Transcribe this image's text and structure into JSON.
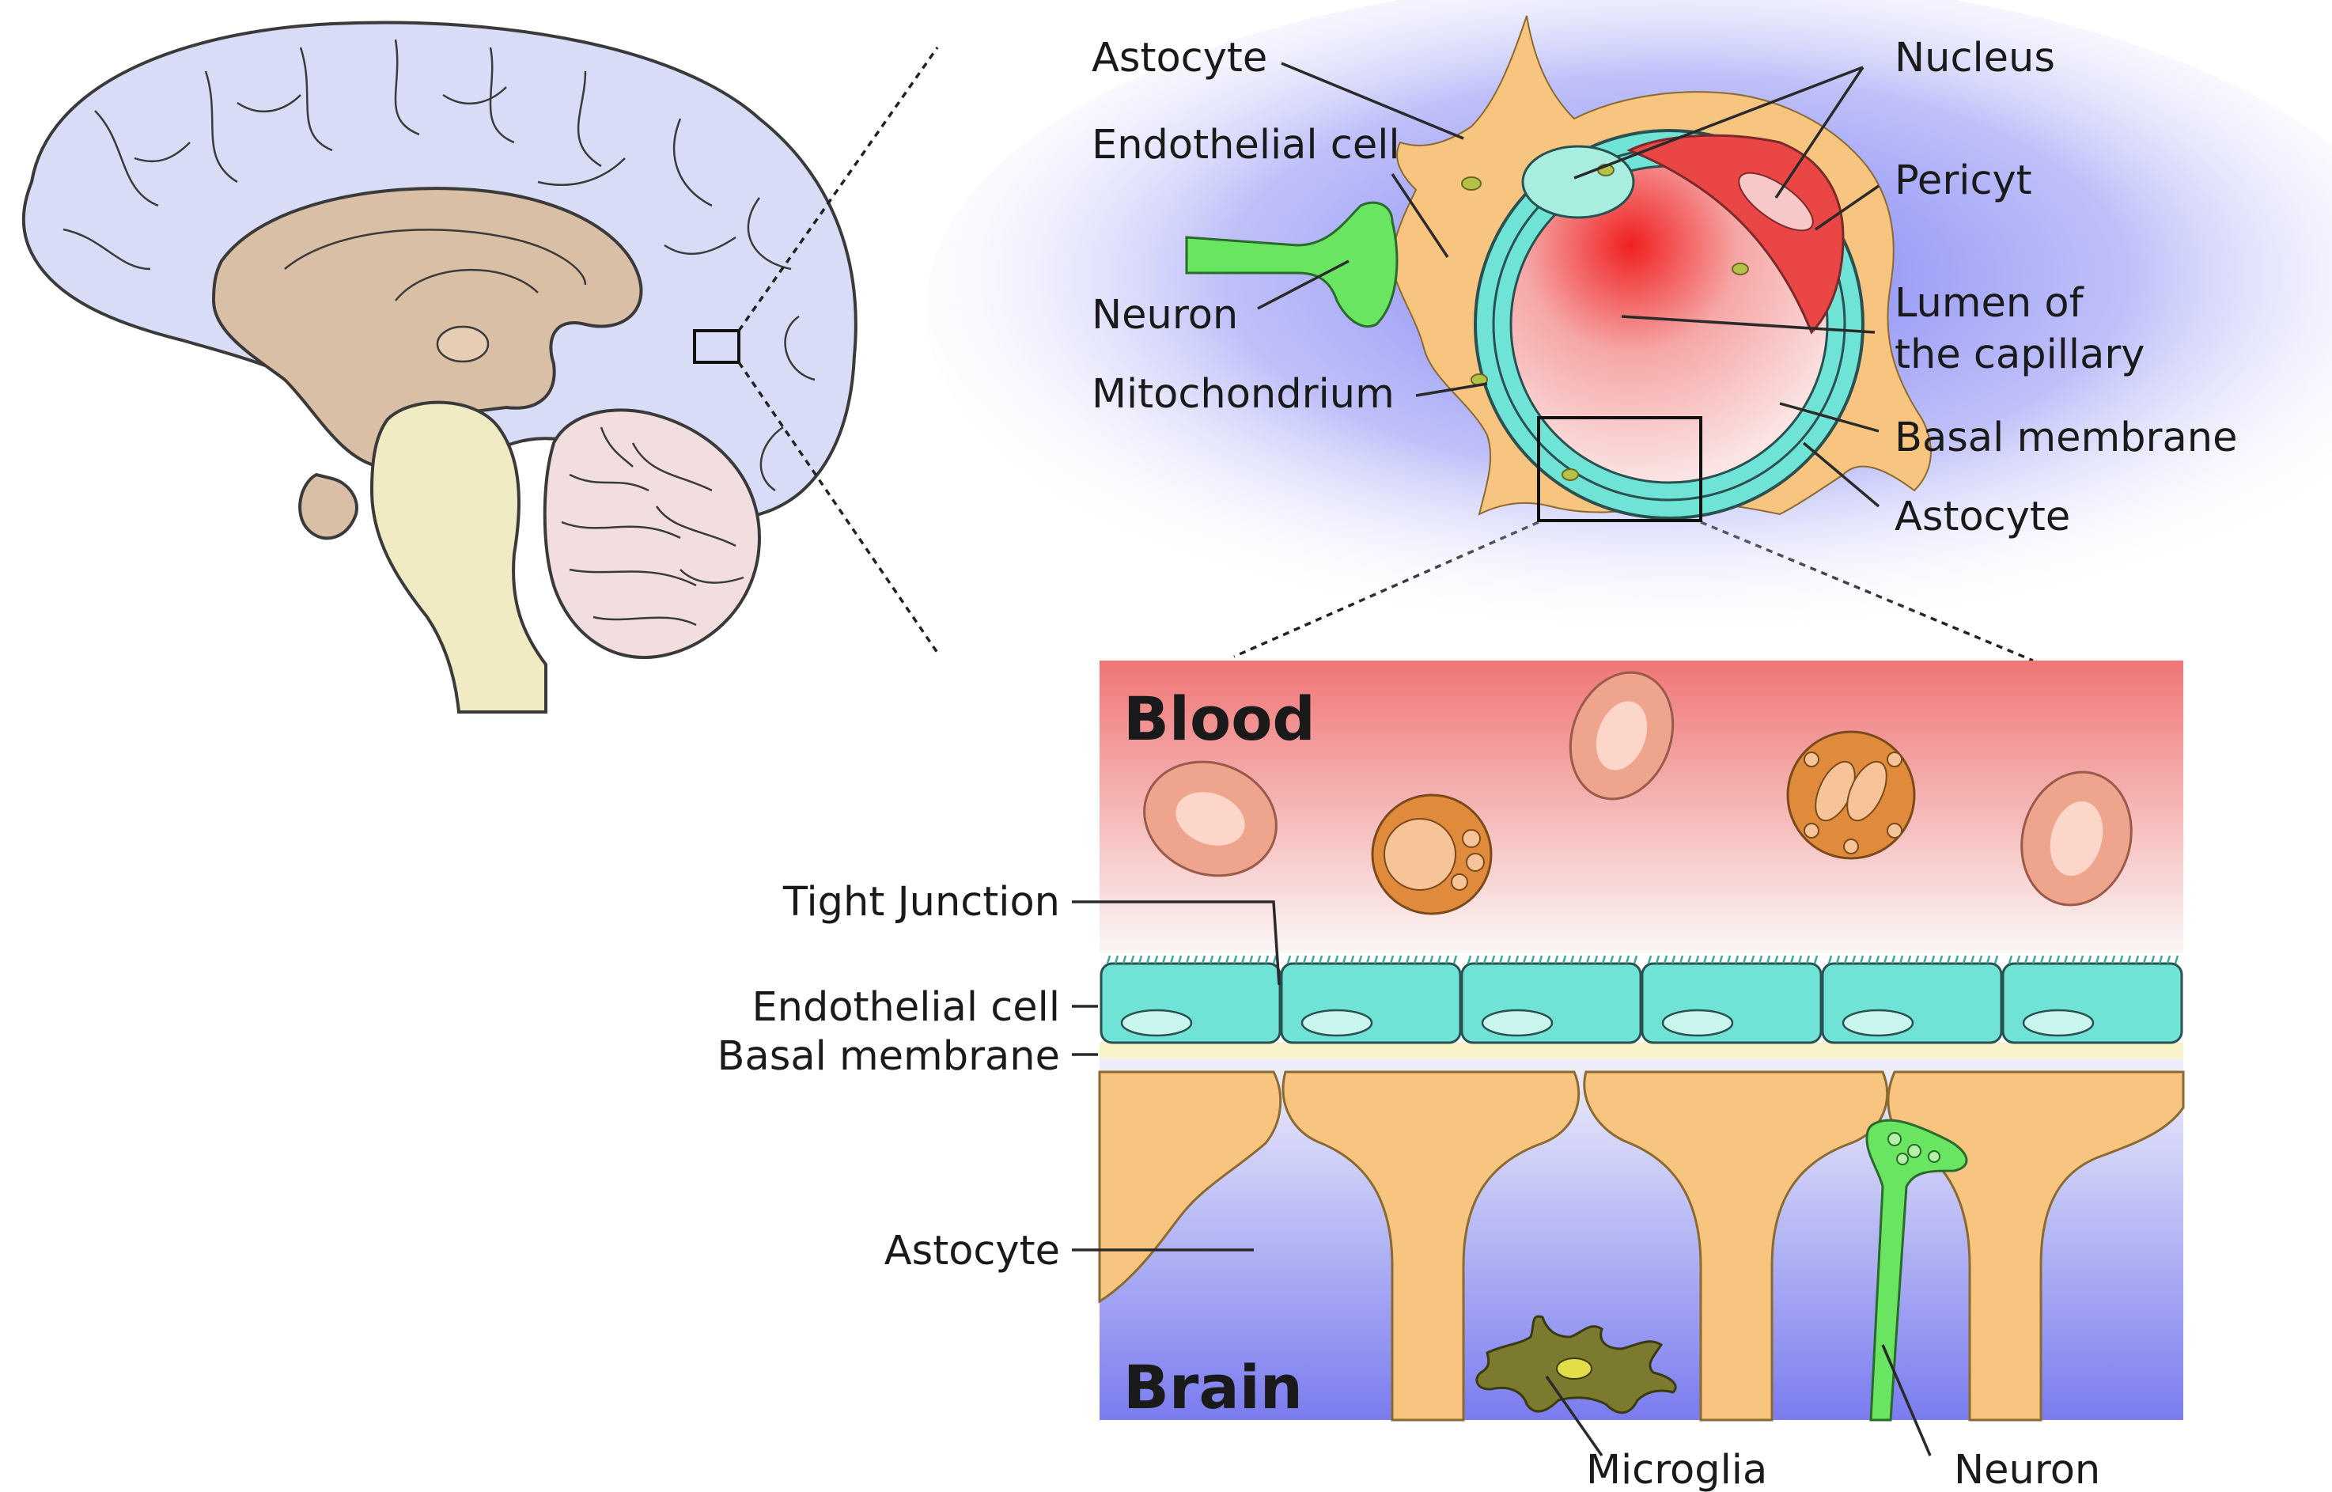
{
  "labels": {
    "capillary": {
      "astrocyte_top": "Astocyte",
      "endothelial_cell": "Endothelial cell",
      "neuron": "Neuron",
      "mitochondrium": "Mitochondrium",
      "nucleus": "Nucleus",
      "pericyt": "Pericyt",
      "lumen_line1": "Lumen of",
      "lumen_line2": "the capillary",
      "basal_membrane": "Basal membrane",
      "astrocyte_bottom": "Astocyte"
    },
    "barrier": {
      "blood": "Blood",
      "brain": "Brain",
      "tight_junction": "Tight Junction",
      "endothelial_cell": "Endothelial cell",
      "basal_membrane": "Basal membrane",
      "astrocyte": "Astocyte",
      "microglia": "Microglia",
      "neuron": "Neuron"
    }
  },
  "colors": {
    "brain_cortex": "#d9dcf6",
    "inner_brain": "#d9bfa6",
    "brainstem": "#f1ebc4",
    "cerebellum": "#f2dede",
    "astrocyte": "#f7c57f",
    "endothelial": "#6fe3d6",
    "pericyte": "#ea4646",
    "lumen": "#f4d8d8",
    "neuron": "#69e561",
    "blood_top": "#f07b7b",
    "brain_bottom": "#7c7ef0",
    "red_blood_cell": "#efa48d",
    "white_blood_cell": "#e08a3c",
    "microglia": "#7c7a2e"
  }
}
